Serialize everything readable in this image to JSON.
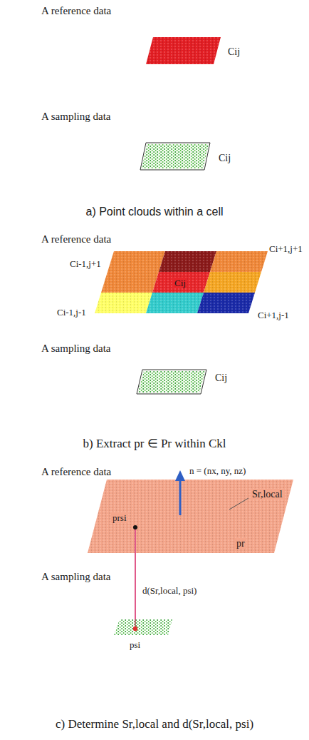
{
  "diagram": {
    "nodes": [
      {
        "text": [
          "A reference data"
        ]
      },
      {
        "text": [
          "A sampling data"
        ]
      },
      {
        "text": [
          "A reference data"
        ]
      },
      {
        "text": [
          "A sampling data"
        ]
      },
      {
        "text": [
          "A reference data"
        ]
      },
      {
        "text": [
          "A sampling data"
        ]
      }
    ],
    "labels": [
      "Cij",
      "Cij",
      "a) Point clouds within a cell",
      "Ci-1,j+1",
      "Ci+1,j+1",
      "Cij",
      "Ci-1,j-1",
      "Ci+1,j-1",
      "Cij",
      "b) Extract pr ∈ Pr within Ckl",
      "n = (nx, ny, nz)",
      "Sr,local",
      "prsi",
      "pr",
      "d(Sr,local, psi)",
      "psi",
      "c) Determine Sr,local and d(Sr,local, psi)"
    ]
  }
}
